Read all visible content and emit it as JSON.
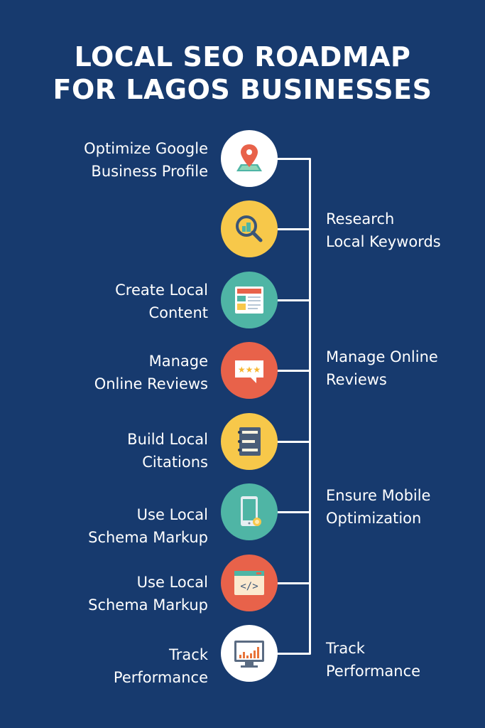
{
  "title": {
    "line1": "LOCAL SEO ROADMAP",
    "line2": "FOR LAGOS BUSINESSES"
  },
  "colors": {
    "background": "#173a6e",
    "white": "#ffffff",
    "yellow": "#f7c84a",
    "teal": "#4fb5a5",
    "coral": "#e8624a"
  },
  "steps": [
    {
      "icon": "map-pin-icon",
      "circle_color": "#ffffff"
    },
    {
      "icon": "magnifier-chart-icon",
      "circle_color": "#f7c84a"
    },
    {
      "icon": "web-content-icon",
      "circle_color": "#4fb5a5"
    },
    {
      "icon": "review-stars-icon",
      "circle_color": "#e8624a"
    },
    {
      "icon": "notebook-list-icon",
      "circle_color": "#f7c84a"
    },
    {
      "icon": "mobile-device-icon",
      "circle_color": "#4fb5a5"
    },
    {
      "icon": "code-window-icon",
      "circle_color": "#e8624a"
    },
    {
      "icon": "monitor-chart-icon",
      "circle_color": "#ffffff"
    }
  ],
  "left_labels": [
    {
      "line1": "Optimize Google",
      "line2": "Business Profile"
    },
    {
      "line1": "Create Local",
      "line2": "Content"
    },
    {
      "line1": "Manage",
      "line2": "Online Reviews"
    },
    {
      "line1": "Build Local",
      "line2": "Citations"
    },
    {
      "line1": "Use Local",
      "line2": "Schema Markup"
    },
    {
      "line1": "Use Local",
      "line2": "Schema Markup"
    },
    {
      "line1": "Track",
      "line2": "Performance"
    }
  ],
  "right_labels": [
    {
      "line1": "Research",
      "line2": "Local Keywords"
    },
    {
      "line1": "Manage Online",
      "line2": "Reviews"
    },
    {
      "line1": "Ensure Mobile",
      "line2": "Optimization"
    },
    {
      "line1": "Track",
      "line2": "Performance"
    }
  ]
}
